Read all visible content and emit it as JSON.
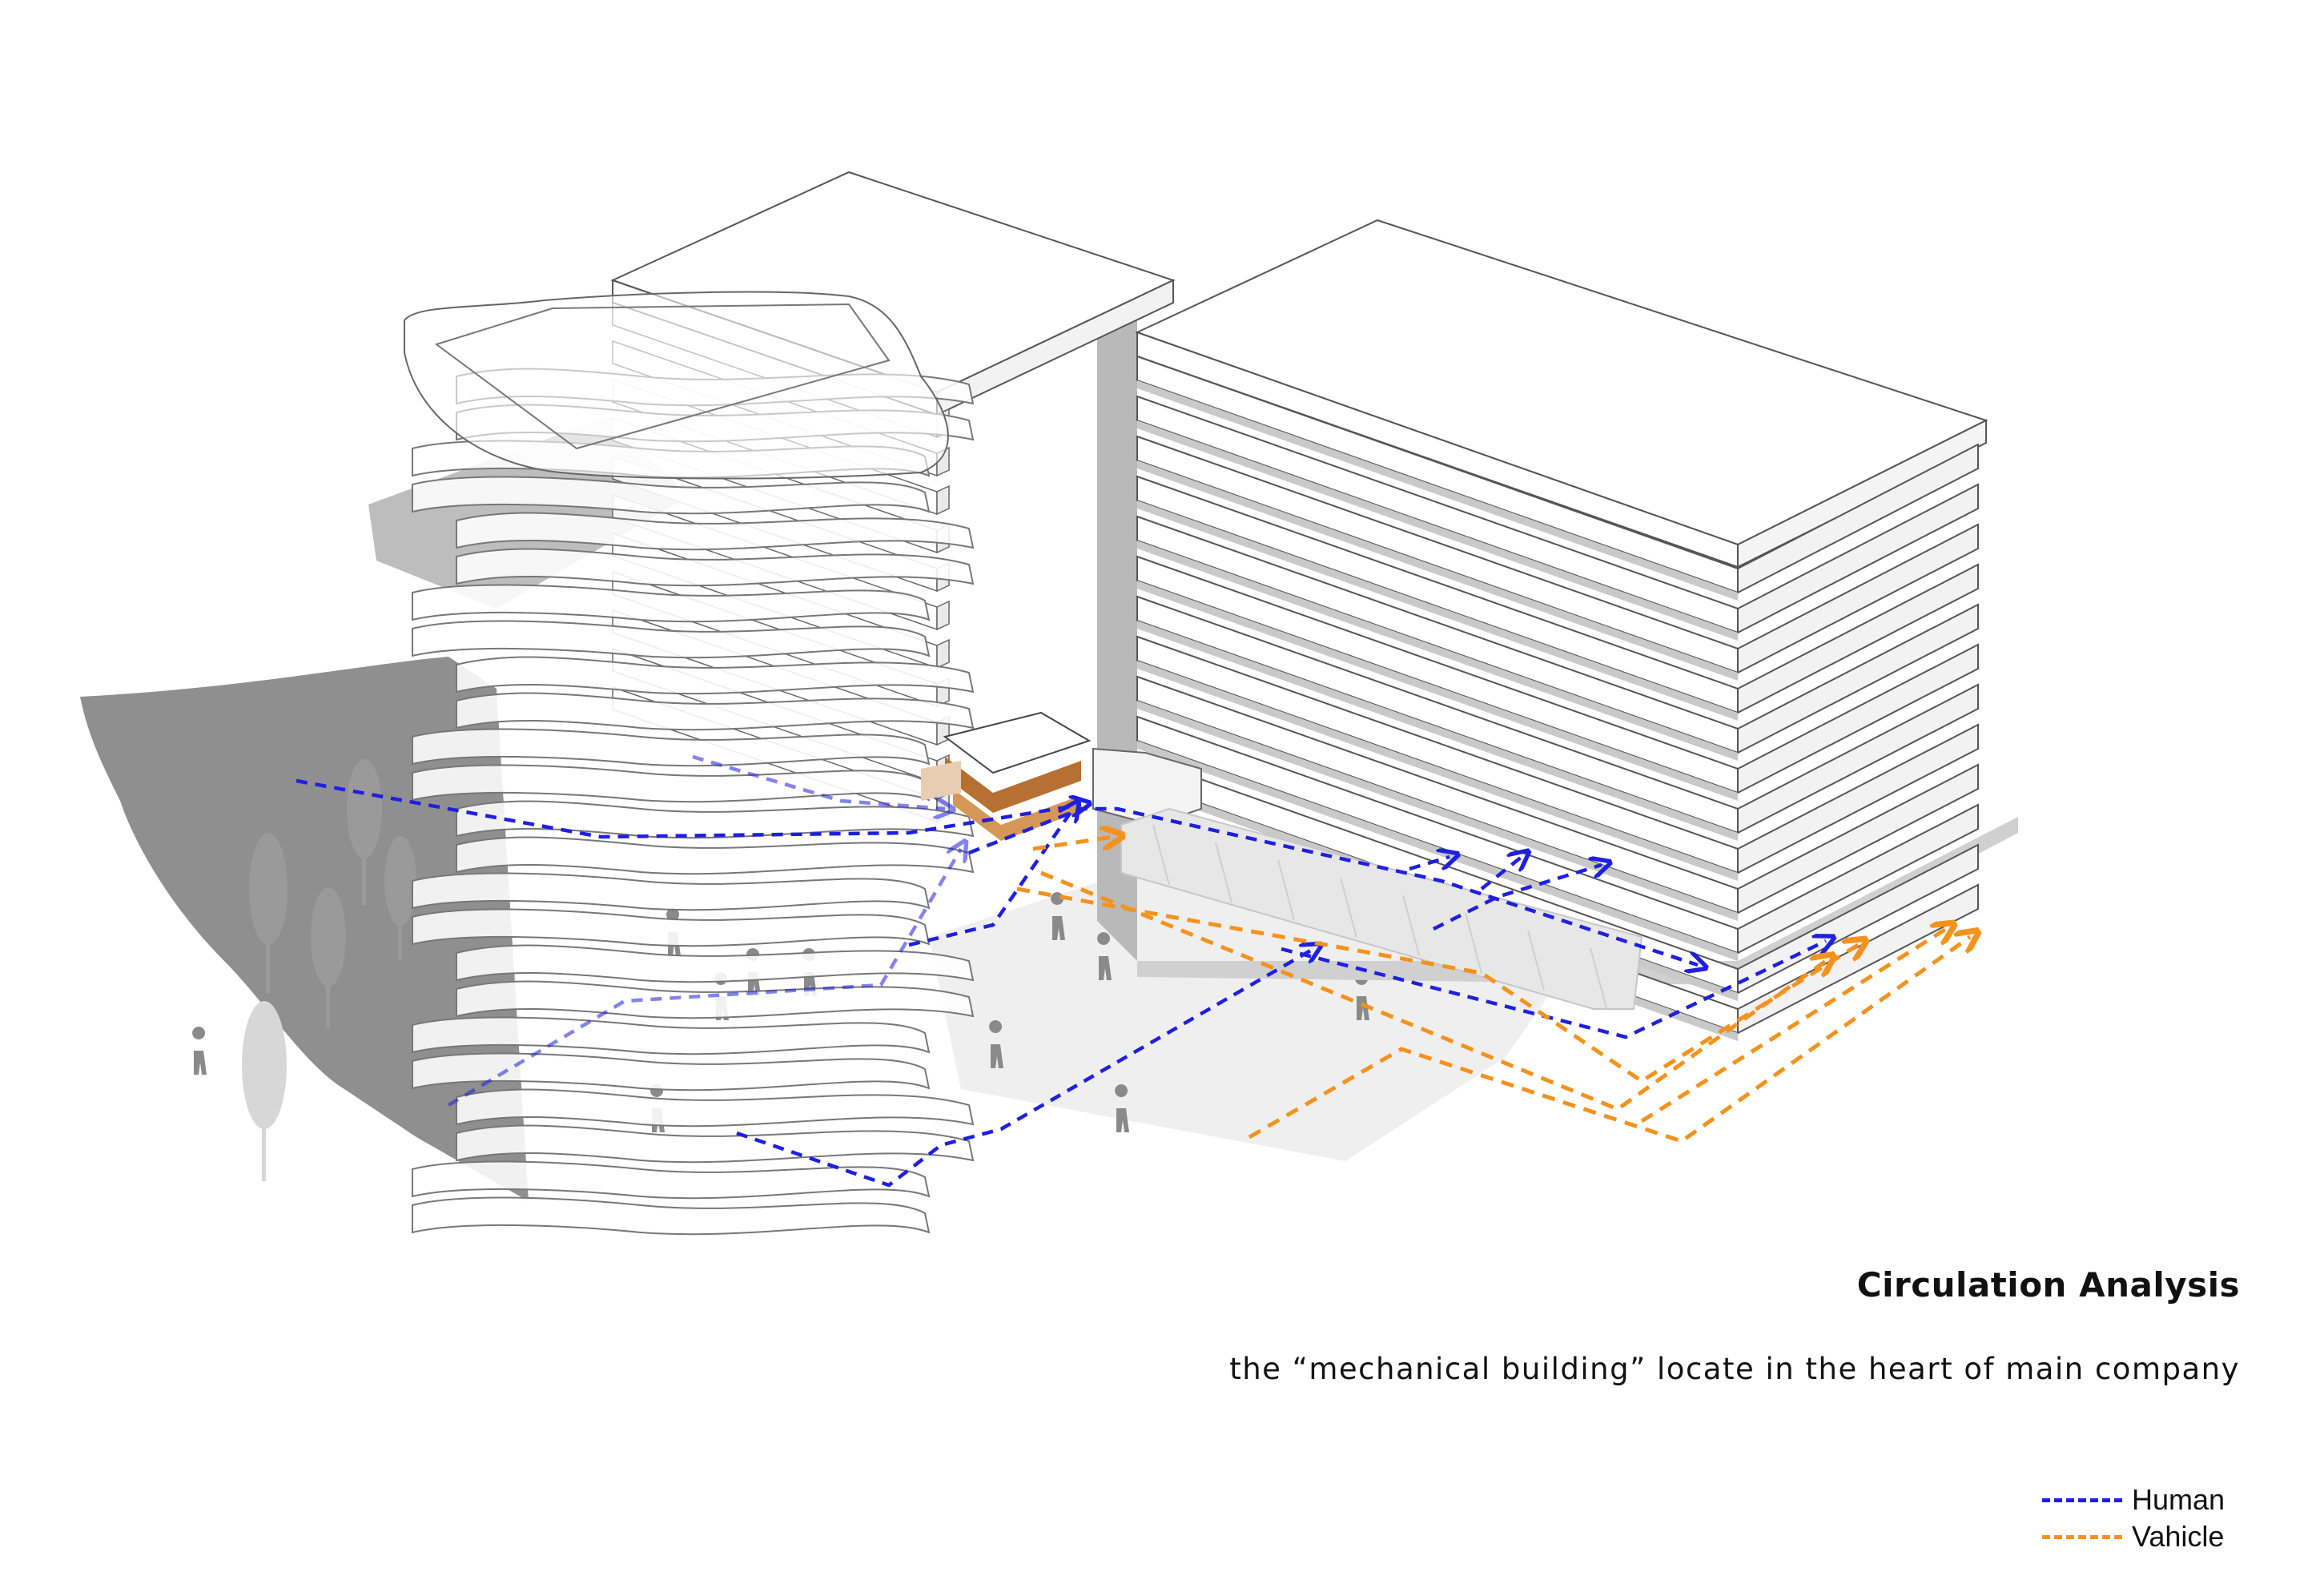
{
  "diagram": {
    "title": "Circulation Analysis",
    "subtitle": "the “mechanical building” locate in the heart of main company",
    "colors": {
      "human": "#1f1fe0",
      "vehicle": "#f4921e",
      "shadow": "#8c8c8c",
      "plaza": "#ececec",
      "facade": "#ffffff",
      "wood": "#c47a3e"
    },
    "legend": [
      {
        "key": "human",
        "label": "Human"
      },
      {
        "key": "vehicle",
        "label": "Vahicle"
      }
    ]
  }
}
